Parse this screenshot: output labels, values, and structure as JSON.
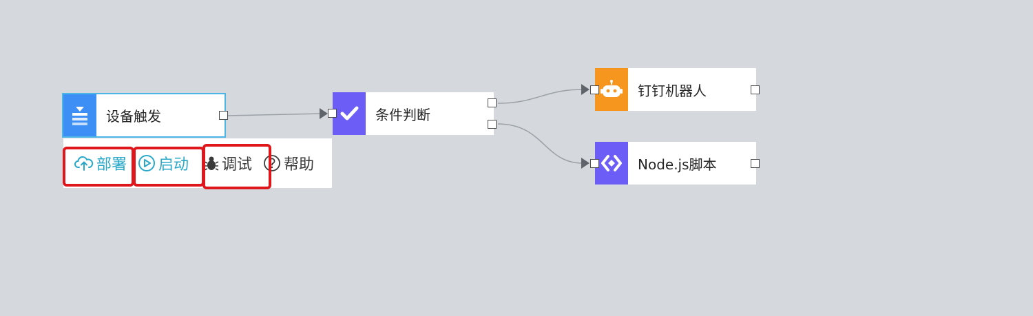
{
  "nodes": {
    "trigger": {
      "label": "设备触发",
      "icon": "device-trigger-icon",
      "color": "#3d8ff5"
    },
    "condition": {
      "label": "条件判断",
      "icon": "check-icon",
      "color": "#6b5df6"
    },
    "dingtalk": {
      "label": "钉钉机器人",
      "icon": "robot-icon",
      "color": "#f7961e"
    },
    "nodejs": {
      "label": "Node.js脚本",
      "icon": "code-icon",
      "color": "#6b5df6"
    }
  },
  "toolbar": {
    "deploy_label": "部署",
    "start_label": "启动",
    "debug_label": "调试",
    "help_label": "帮助"
  },
  "colors": {
    "canvas_bg": "#d5d9de",
    "selection_border": "#4cb6e6",
    "toolbar_active": "#29a8c8",
    "highlight_box": "#e0161d",
    "edge": "#9aa0a6"
  }
}
